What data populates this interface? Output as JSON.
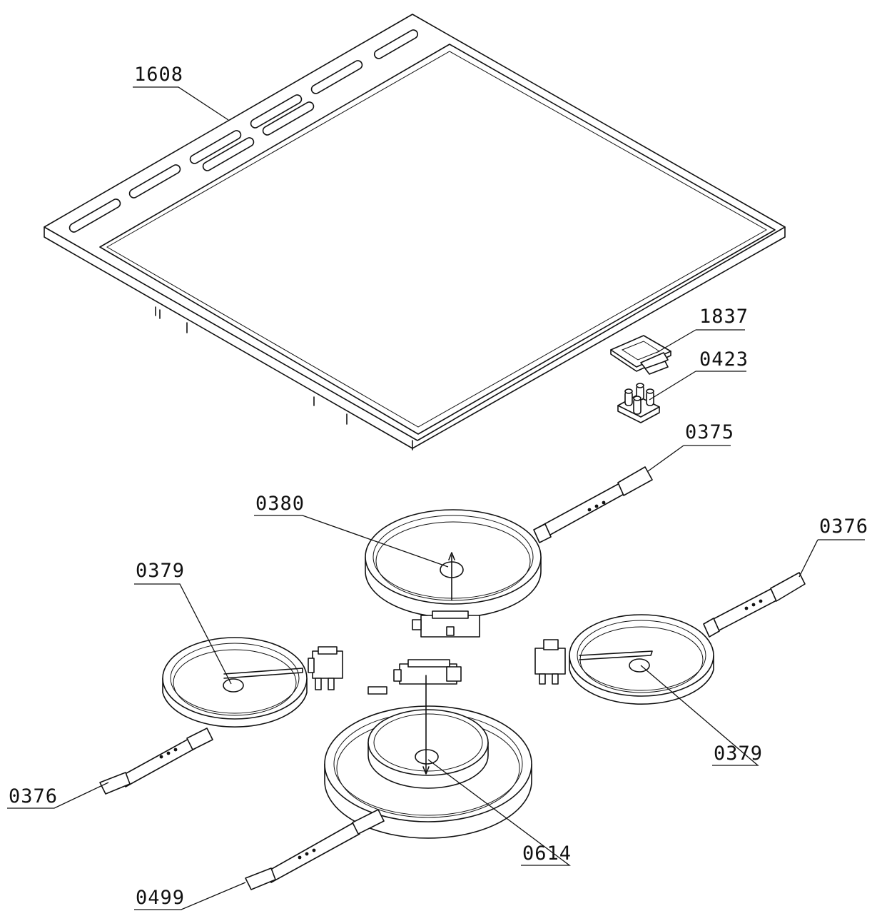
{
  "callouts": {
    "c1608": "1608",
    "c1837": "1837",
    "c0423": "0423",
    "c0375": "0375",
    "c0380": "0380",
    "c0376_right": "0376",
    "c0379_left": "0379",
    "c0379_right": "0379",
    "c0376_left": "0376",
    "c0614": "0614",
    "c0499": "0499"
  }
}
